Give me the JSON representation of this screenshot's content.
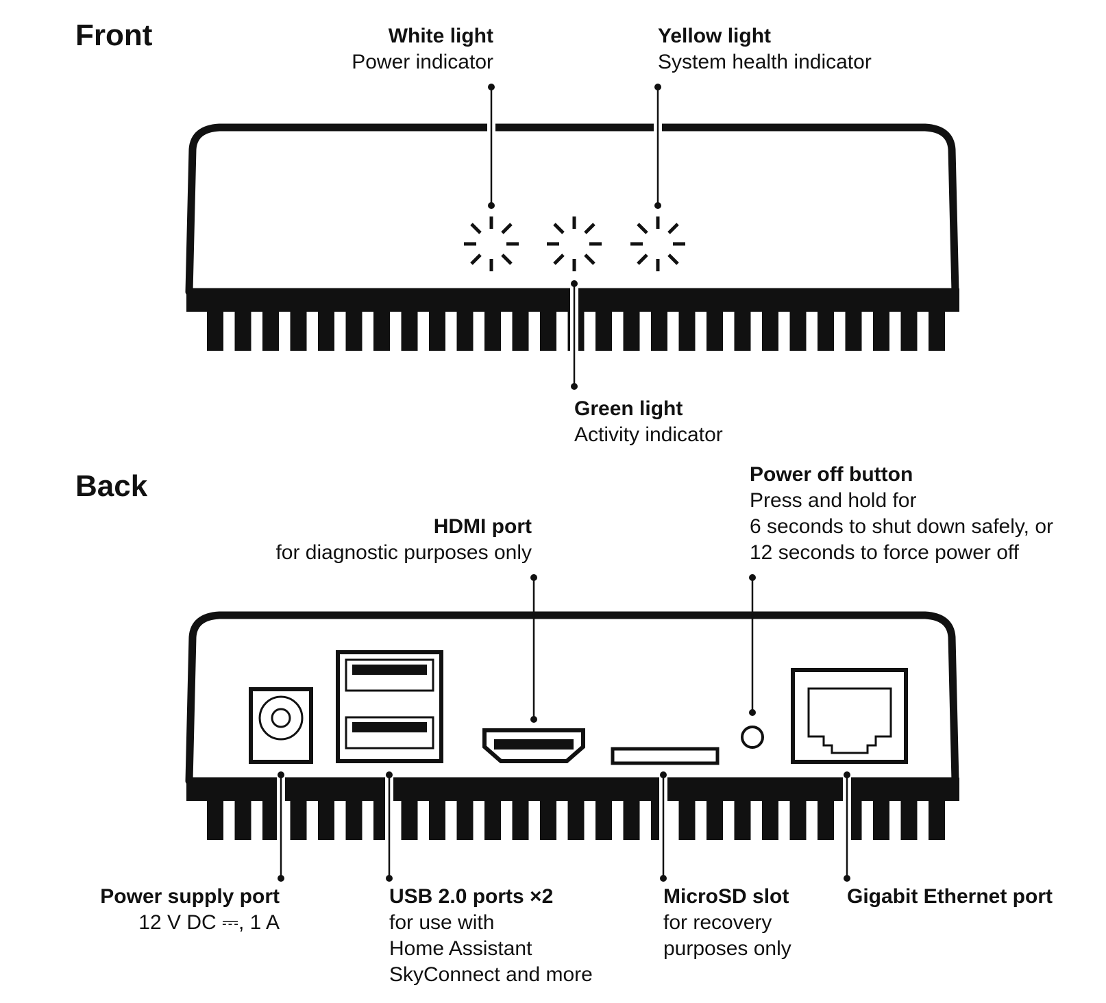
{
  "front": {
    "title": "Front",
    "white_light": {
      "title": "White light",
      "desc": [
        "Power indicator"
      ]
    },
    "yellow_light": {
      "title": "Yellow light",
      "desc": [
        "System health indicator"
      ]
    },
    "green_light": {
      "title": "Green light",
      "desc": [
        "Activity indicator"
      ]
    }
  },
  "back": {
    "title": "Back",
    "hdmi": {
      "title": "HDMI port",
      "desc": [
        "for diagnostic purposes only"
      ]
    },
    "power_button": {
      "title": "Power off button",
      "desc": [
        "Press and hold for",
        "6 seconds to shut down safely, or",
        "12 seconds to force power off"
      ]
    },
    "power_supply": {
      "title": "Power supply port",
      "desc": [
        "12 V DC ⎓, 1 A"
      ]
    },
    "usb": {
      "title": "USB 2.0 ports ×2",
      "desc": [
        "for use with",
        "Home Assistant",
        "SkyConnect and more"
      ]
    },
    "microsd": {
      "title": "MicroSD slot",
      "desc": [
        "for recovery",
        "purposes only"
      ]
    },
    "ethernet": {
      "title": "Gigabit Ethernet port",
      "desc": []
    }
  },
  "colors": {
    "ink": "#111111",
    "background": "#ffffff"
  }
}
